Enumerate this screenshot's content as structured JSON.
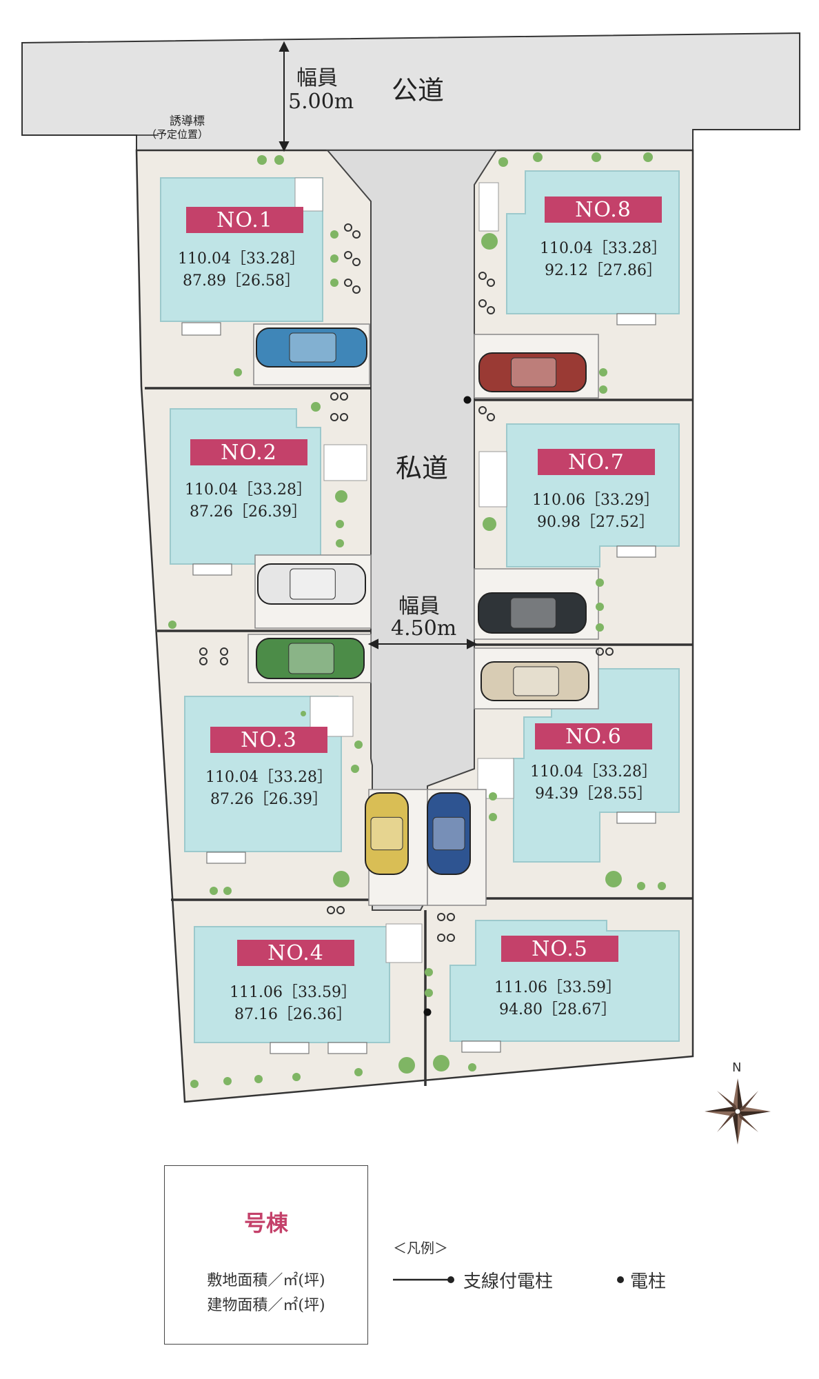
{
  "colors": {
    "road": "#e3e3e3",
    "ground": "#efebe4",
    "house": "#bfe4e6",
    "house_edge": "#9cc9cc",
    "label_bg": "#c4416a",
    "label_text": "#ffffff",
    "boundary": "#333333",
    "tree": "#7fb564"
  },
  "roads": {
    "public_road_label": "公道",
    "public_width_label": "幅員",
    "public_width_value": "5.00m",
    "private_road_label": "私道",
    "private_width_label": "幅員",
    "private_width_value": "4.50m"
  },
  "guide_sign": {
    "line1": "誘導標",
    "line2": "（予定位置）"
  },
  "lots": [
    {
      "label": "NO.1",
      "land_area": "110.04［33.28］",
      "building_area": "87.89［26.58］"
    },
    {
      "label": "NO.2",
      "land_area": "110.04［33.28］",
      "building_area": "87.26［26.39］"
    },
    {
      "label": "NO.3",
      "land_area": "110.04［33.28］",
      "building_area": "87.26［26.39］"
    },
    {
      "label": "NO.4",
      "land_area": "111.06［33.59］",
      "building_area": "87.16［26.36］"
    },
    {
      "label": "NO.5",
      "land_area": "111.06［33.59］",
      "building_area": "94.80［28.67］"
    },
    {
      "label": "NO.6",
      "land_area": "110.04［33.28］",
      "building_area": "94.39［28.55］"
    },
    {
      "label": "NO.7",
      "land_area": "110.06［33.29］",
      "building_area": "90.98［27.52］"
    },
    {
      "label": "NO.8",
      "land_area": "110.04［33.28］",
      "building_area": "92.12［27.86］"
    }
  ],
  "compass": {
    "north_label": "N",
    "icon": "compass-rose-icon"
  },
  "legend": {
    "title": "号棟",
    "line1": "敷地面積／㎡(坪)",
    "line2": "建物面積／㎡(坪)",
    "caption": "＜凡例＞",
    "pole_with_guy_label": "支線付電柱",
    "pole_label": "電柱"
  },
  "cars": [
    {
      "color": "#3f86b8"
    },
    {
      "color": "#9a3a34"
    },
    {
      "color": "#e6e6e6"
    },
    {
      "color": "#2f3438"
    },
    {
      "color": "#4c8c48"
    },
    {
      "color": "#d8ccb4"
    },
    {
      "color": "#d9be55"
    },
    {
      "color": "#2e5491"
    }
  ]
}
